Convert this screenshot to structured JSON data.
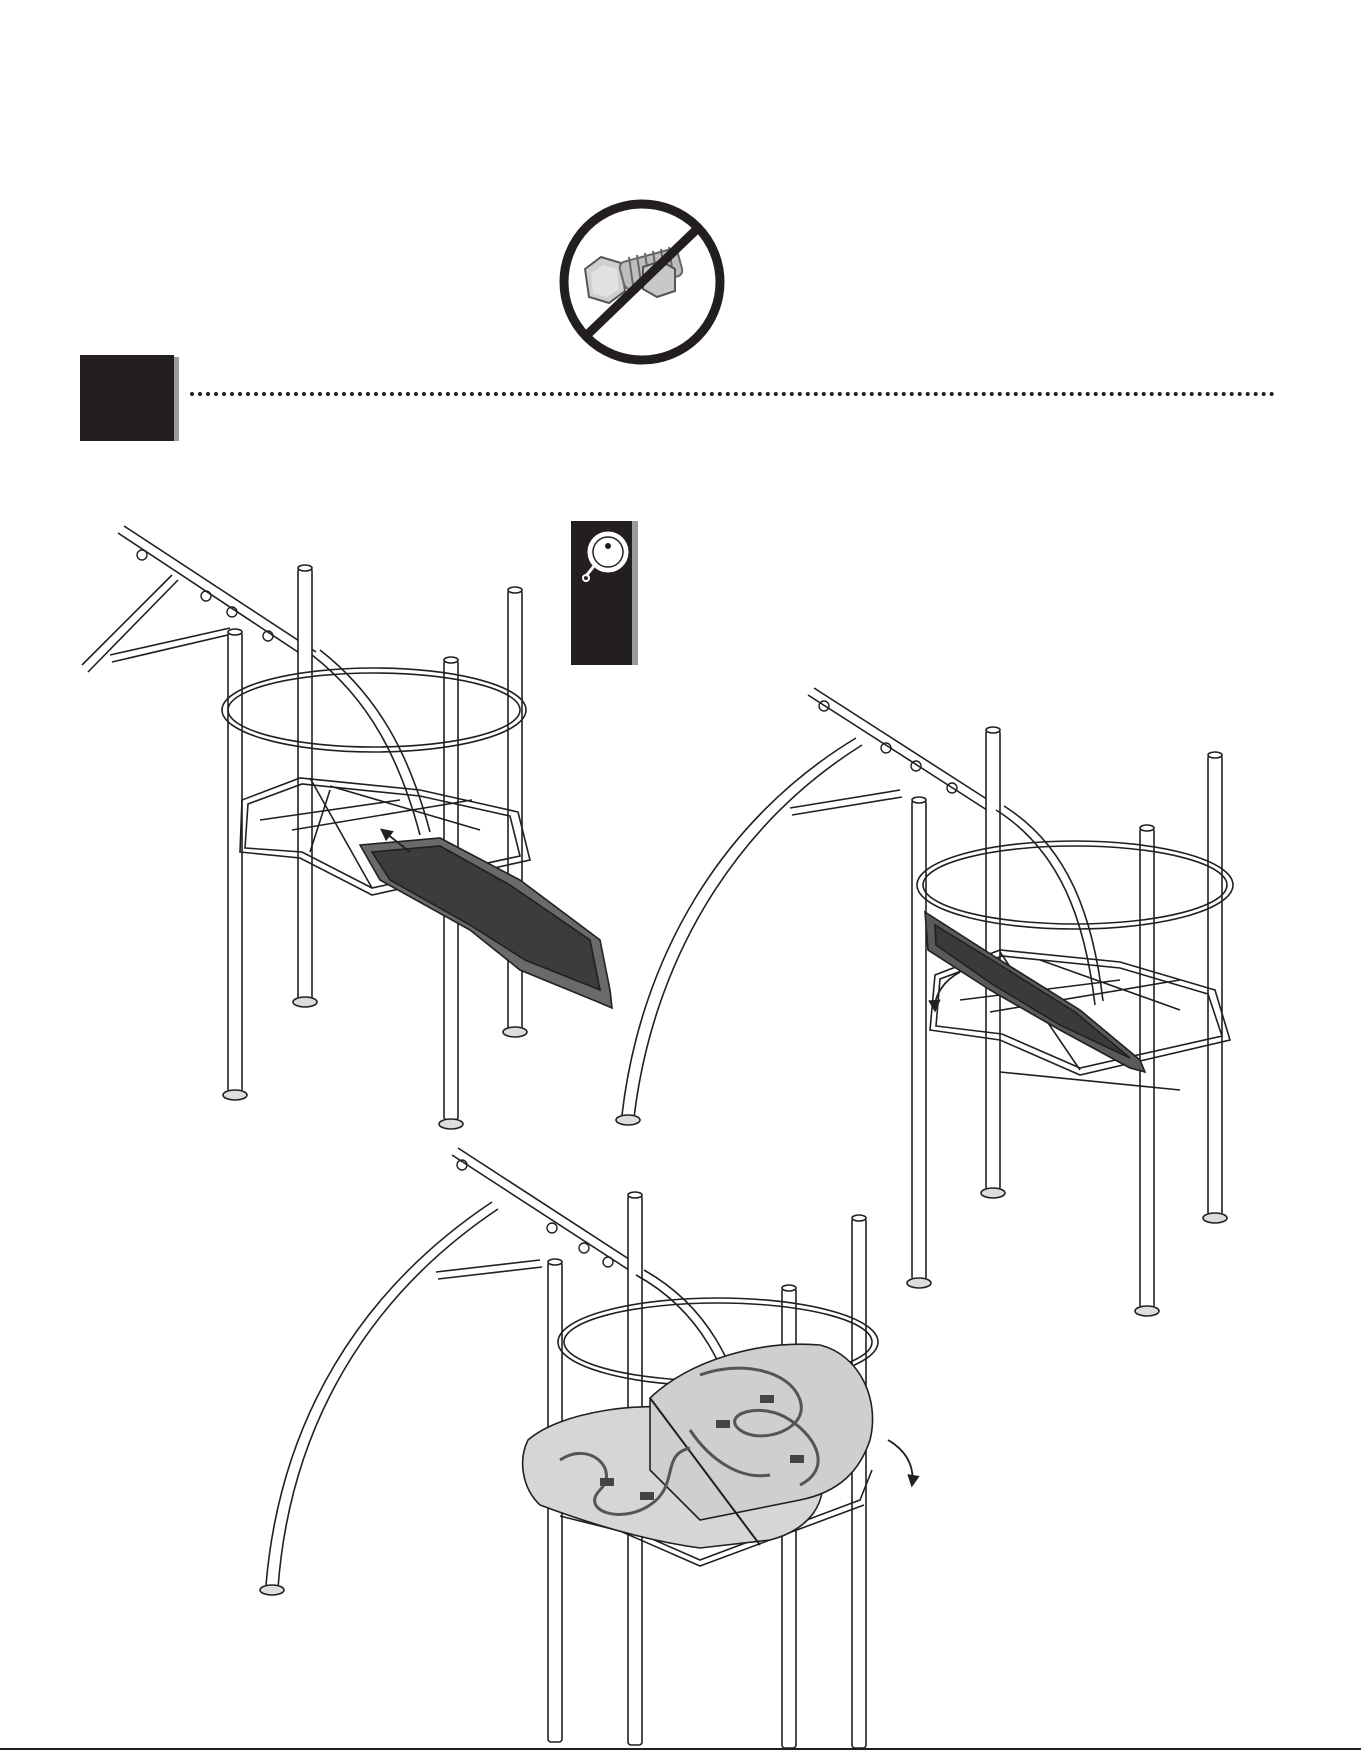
{
  "page": {
    "step_number": "",
    "page_number": ""
  },
  "icons": {
    "no_hardware": "no-hardware-required-icon",
    "detail_tab": "magnifier-detail-icon",
    "rotation_arrow": "curved-arrow-icon",
    "insert_arrow": "insert-arrow-icon"
  },
  "colors": {
    "ink": "#231f20",
    "shadow": "#9a9a9a",
    "panel_fill": "#e8e8e8",
    "icon_prohibited_ring": "#231f20"
  },
  "figures": [
    {
      "name": "figure-insert-panel",
      "label": ""
    },
    {
      "name": "figure-lower-panel",
      "label": ""
    },
    {
      "name": "figure-panel-installed",
      "label": ""
    }
  ]
}
